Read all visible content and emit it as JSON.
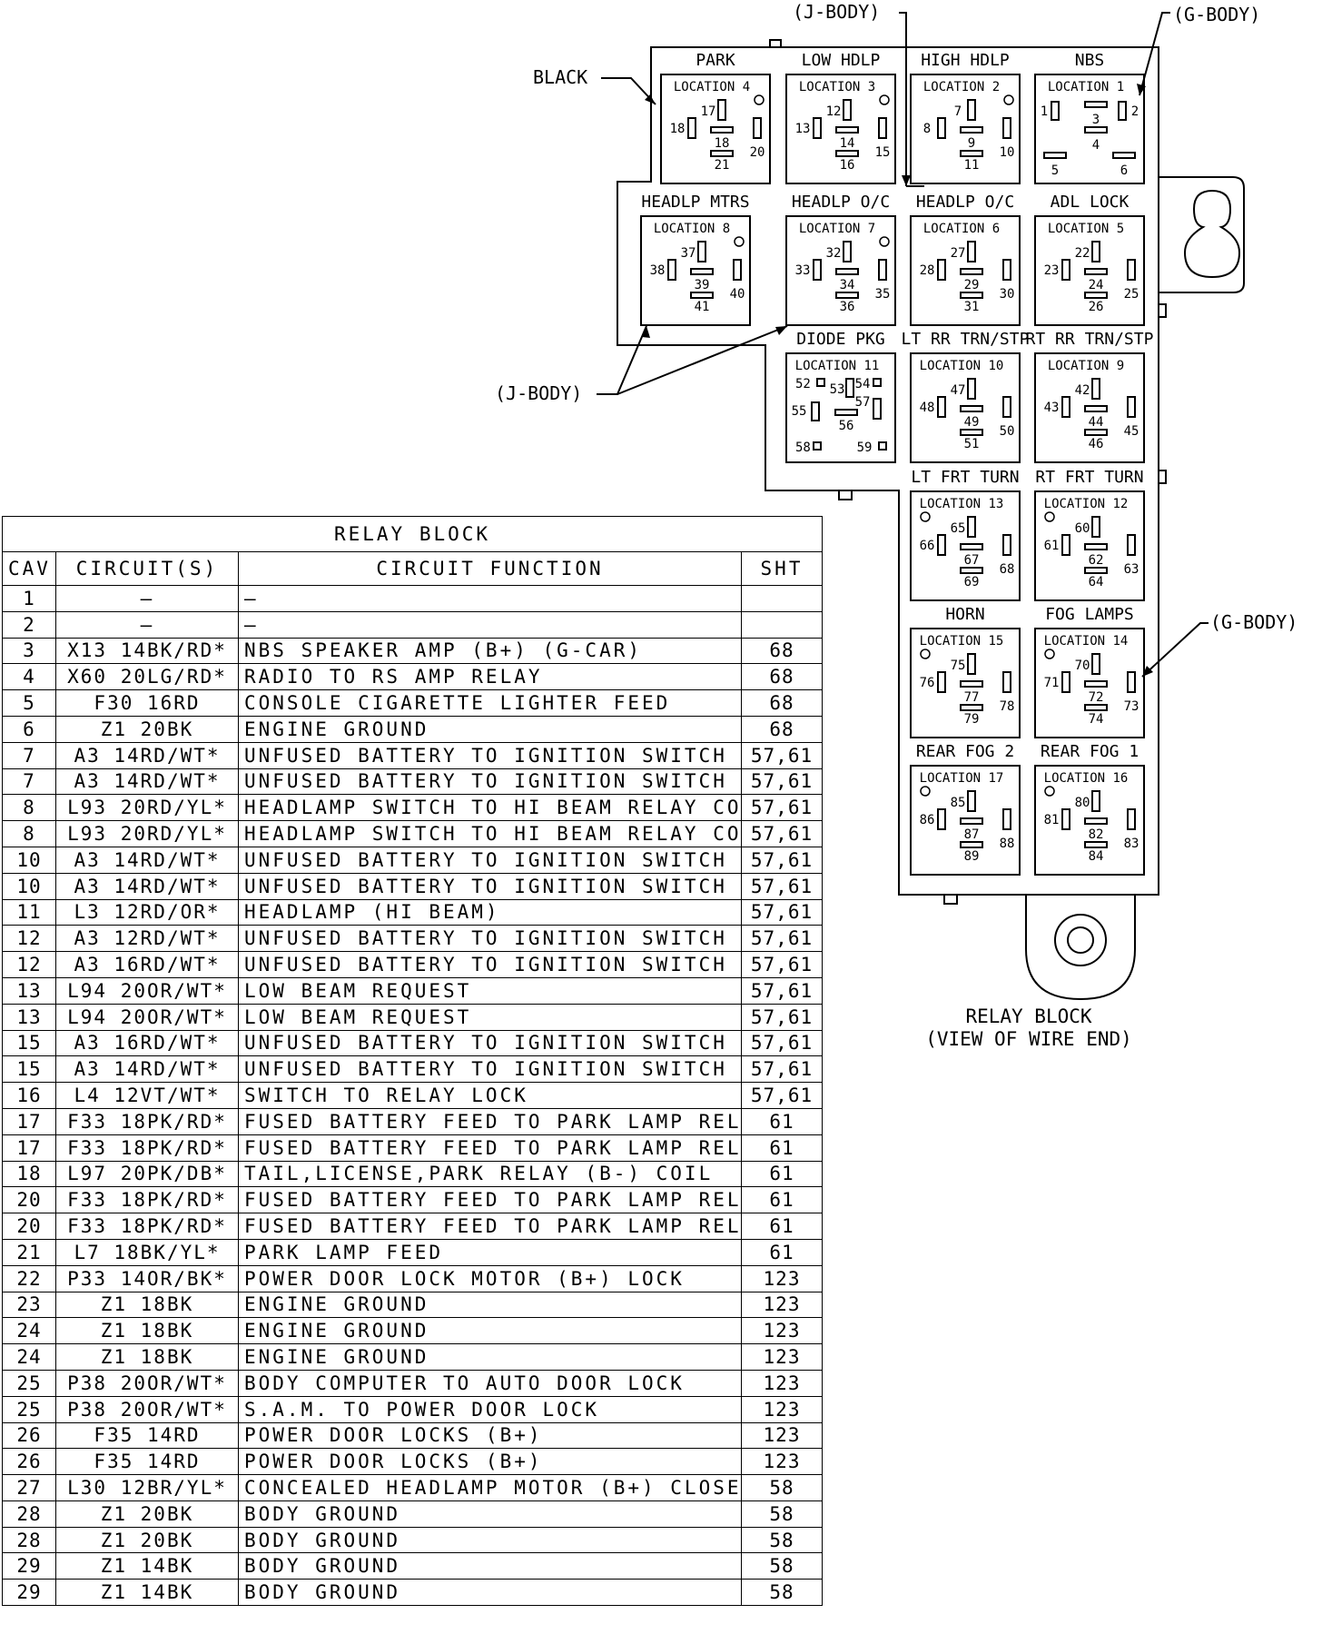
{
  "callouts": {
    "j_body_top": "(J-BODY)",
    "g_body_top": "(G-BODY)",
    "black": "BLACK",
    "j_body_left": "(J-BODY)",
    "g_body_right": "(G-BODY)"
  },
  "caption": {
    "line1": "RELAY BLOCK",
    "line2": "(VIEW OF WIRE END)"
  },
  "relays": [
    {
      "title": "PARK",
      "location": "LOCATION 4",
      "pins": [
        "17",
        "18",
        "18",
        "21",
        "20"
      ],
      "hole": true
    },
    {
      "title": "LOW HDLP",
      "location": "LOCATION 3",
      "pins": [
        "12",
        "13",
        "14",
        "16",
        "15"
      ],
      "hole": true
    },
    {
      "title": "HIGH HDLP",
      "location": "LOCATION 2",
      "pins": [
        "7",
        "8",
        "9",
        "11",
        "10"
      ],
      "hole": true
    },
    {
      "title": "NBS",
      "location": "LOCATION 1",
      "pins": [
        "1",
        "3",
        "4",
        "5",
        "6",
        "2"
      ],
      "hole": false
    },
    {
      "title": "HEADLP MTRS",
      "location": "LOCATION 8",
      "pins": [
        "37",
        "38",
        "39",
        "41",
        "40"
      ],
      "hole": true
    },
    {
      "title": "HEADLP O/C",
      "location": "LOCATION 7",
      "pins": [
        "32",
        "33",
        "34",
        "36",
        "35"
      ],
      "hole": true
    },
    {
      "title": "HEADLP O/C",
      "location": "LOCATION 6",
      "pins": [
        "27",
        "28",
        "29",
        "31",
        "30"
      ],
      "hole": false
    },
    {
      "title": "ADL LOCK",
      "location": "LOCATION 5",
      "pins": [
        "22",
        "23",
        "24",
        "26",
        "25"
      ],
      "hole": false
    },
    {
      "title": "DIODE PKG",
      "location": "LOCATION 11",
      "pins": [
        "52",
        "53",
        "54",
        "55",
        "56",
        "57",
        "58",
        "59"
      ],
      "hole": false
    },
    {
      "title": "LT RR TRN/STP",
      "location": "LOCATION 10",
      "pins": [
        "47",
        "48",
        "49",
        "51",
        "50"
      ],
      "hole": false
    },
    {
      "title": "RT RR TRN/STP",
      "location": "LOCATION 9",
      "pins": [
        "42",
        "43",
        "44",
        "46",
        "45"
      ],
      "hole": false
    },
    {
      "title": "LT FRT TURN",
      "location": "LOCATION 13",
      "pins": [
        "65",
        "66",
        "67",
        "69",
        "68"
      ],
      "hole": true
    },
    {
      "title": "RT FRT TURN",
      "location": "LOCATION 12",
      "pins": [
        "60",
        "61",
        "62",
        "64",
        "63"
      ],
      "hole": true
    },
    {
      "title": "HORN",
      "location": "LOCATION 15",
      "pins": [
        "75",
        "76",
        "77",
        "79",
        "78"
      ],
      "hole": true
    },
    {
      "title": "FOG LAMPS",
      "location": "LOCATION 14",
      "pins": [
        "70",
        "71",
        "72",
        "74",
        "73"
      ],
      "hole": true
    },
    {
      "title": "REAR FOG 2",
      "location": "LOCATION 17",
      "pins": [
        "85",
        "86",
        "87",
        "89",
        "88"
      ],
      "hole": true
    },
    {
      "title": "REAR FOG 1",
      "location": "LOCATION 16",
      "pins": [
        "80",
        "81",
        "82",
        "84",
        "83"
      ],
      "hole": true
    }
  ],
  "table": {
    "title": "RELAY BLOCK",
    "headers": [
      "CAV",
      "CIRCUIT(S)",
      "CIRCUIT FUNCTION",
      "SHT"
    ],
    "rows": [
      [
        "1",
        "—",
        "—",
        ""
      ],
      [
        "2",
        "—",
        "—",
        ""
      ],
      [
        "3",
        "X13 14BK/RD*",
        "NBS SPEAKER AMP (B+) (G-CAR)",
        "68"
      ],
      [
        "4",
        "X60 20LG/RD*",
        "RADIO TO RS AMP RELAY",
        "68"
      ],
      [
        "5",
        "F30 16RD",
        "CONSOLE CIGARETTE LIGHTER FEED",
        "68"
      ],
      [
        "6",
        "Z1 20BK",
        "ENGINE GROUND",
        "68"
      ],
      [
        "7",
        "A3 14RD/WT*",
        "UNFUSED BATTERY TO IGNITION SWITCH",
        "57,61"
      ],
      [
        "7",
        "A3 14RD/WT*",
        "UNFUSED BATTERY TO IGNITION SWITCH",
        "57,61"
      ],
      [
        "8",
        "L93 20RD/YL*",
        "HEADLAMP SWITCH TO HI BEAM RELAY COIL",
        "57,61"
      ],
      [
        "8",
        "L93 20RD/YL*",
        "HEADLAMP SWITCH TO HI BEAM RELAY COIL",
        "57,61"
      ],
      [
        "10",
        "A3 14RD/WT*",
        "UNFUSED BATTERY TO IGNITION SWITCH",
        "57,61"
      ],
      [
        "10",
        "A3 14RD/WT*",
        "UNFUSED BATTERY TO IGNITION SWITCH",
        "57,61"
      ],
      [
        "11",
        "L3 12RD/OR*",
        "HEADLAMP (HI BEAM)",
        "57,61"
      ],
      [
        "12",
        "A3 12RD/WT*",
        "UNFUSED BATTERY TO IGNITION SWITCH",
        "57,61"
      ],
      [
        "12",
        "A3 16RD/WT*",
        "UNFUSED BATTERY TO IGNITION SWITCH",
        "57,61"
      ],
      [
        "13",
        "L94 20OR/WT*",
        "LOW BEAM REQUEST",
        "57,61"
      ],
      [
        "13",
        "L94 20OR/WT*",
        "LOW BEAM REQUEST",
        "57,61"
      ],
      [
        "15",
        "A3 16RD/WT*",
        "UNFUSED BATTERY TO IGNITION SWITCH",
        "57,61"
      ],
      [
        "15",
        "A3 14RD/WT*",
        "UNFUSED BATTERY TO IGNITION SWITCH",
        "57,61"
      ],
      [
        "16",
        "L4 12VT/WT*",
        "SWITCH TO RELAY LOCK",
        "57,61"
      ],
      [
        "17",
        "F33 18PK/RD*",
        "FUSED BATTERY FEED TO PARK LAMP RELAY",
        "61"
      ],
      [
        "17",
        "F33 18PK/RD*",
        "FUSED BATTERY FEED TO PARK LAMP RELAY",
        "61"
      ],
      [
        "18",
        "L97 20PK/DB*",
        "TAIL,LICENSE,PARK RELAY (B-) COIL",
        "61"
      ],
      [
        "20",
        "F33 18PK/RD*",
        "FUSED BATTERY FEED TO PARK LAMP RELAY",
        "61"
      ],
      [
        "20",
        "F33 18PK/RD*",
        "FUSED BATTERY FEED TO PARK LAMP RELAY",
        "61"
      ],
      [
        "21",
        "L7 18BK/YL*",
        "PARK LAMP FEED",
        "61"
      ],
      [
        "22",
        "P33 14OR/BK*",
        "POWER DOOR LOCK MOTOR (B+) LOCK",
        "123"
      ],
      [
        "23",
        "Z1 18BK",
        "ENGINE GROUND",
        "123"
      ],
      [
        "24",
        "Z1 18BK",
        "ENGINE GROUND",
        "123"
      ],
      [
        "24",
        "Z1 18BK",
        "ENGINE GROUND",
        "123"
      ],
      [
        "25",
        "P38 20OR/WT*",
        "BODY COMPUTER TO AUTO DOOR LOCK",
        "123"
      ],
      [
        "25",
        "P38 20OR/WT*",
        "S.A.M. TO POWER DOOR LOCK",
        "123"
      ],
      [
        "26",
        "F35 14RD",
        "POWER DOOR LOCKS (B+)",
        "123"
      ],
      [
        "26",
        "F35 14RD",
        "POWER DOOR LOCKS (B+)",
        "123"
      ],
      [
        "27",
        "L30 12BR/YL*",
        "CONCEALED HEADLAMP MOTOR (B+) CLOSE",
        "58"
      ],
      [
        "28",
        "Z1 20BK",
        "BODY GROUND",
        "58"
      ],
      [
        "28",
        "Z1 20BK",
        "BODY GROUND",
        "58"
      ],
      [
        "29",
        "Z1 14BK",
        "BODY GROUND",
        "58"
      ],
      [
        "29",
        "Z1 14BK",
        "BODY GROUND",
        "58"
      ]
    ]
  }
}
